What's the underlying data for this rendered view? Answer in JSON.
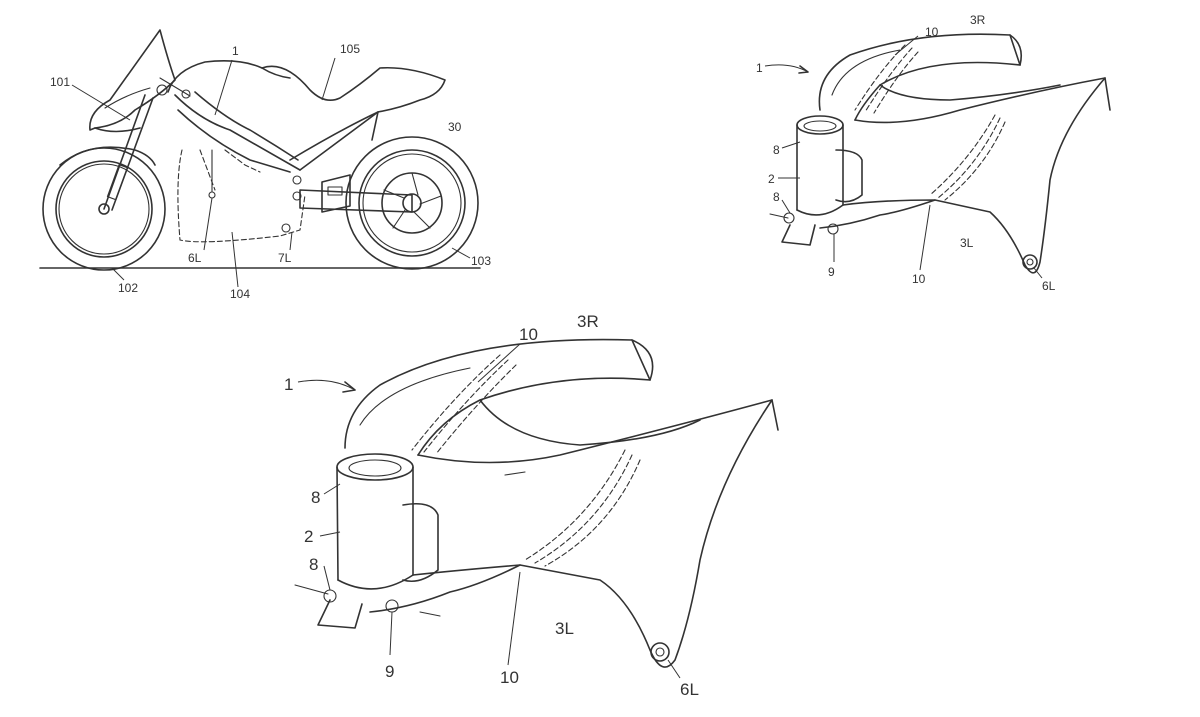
{
  "labels": {
    "bike": {
      "l1": "1",
      "l105": "105",
      "l101": "101",
      "l30": "30",
      "l6L": "6L",
      "l7L": "7L",
      "l104": "104",
      "l102": "102",
      "l103": "103"
    },
    "small": {
      "l1": "1",
      "l10": "10",
      "l3R": "3R",
      "l8a": "8",
      "l2": "2",
      "l8b": "8",
      "l9": "9",
      "l10b": "10",
      "l3L": "3L",
      "l6L": "6L"
    },
    "large": {
      "l1": "1",
      "l10": "10",
      "l3R": "3R",
      "l8a": "8",
      "l2": "2",
      "l8b": "8",
      "l9": "9",
      "l10b": "10",
      "l3L": "3L",
      "l6L": "6L"
    }
  }
}
